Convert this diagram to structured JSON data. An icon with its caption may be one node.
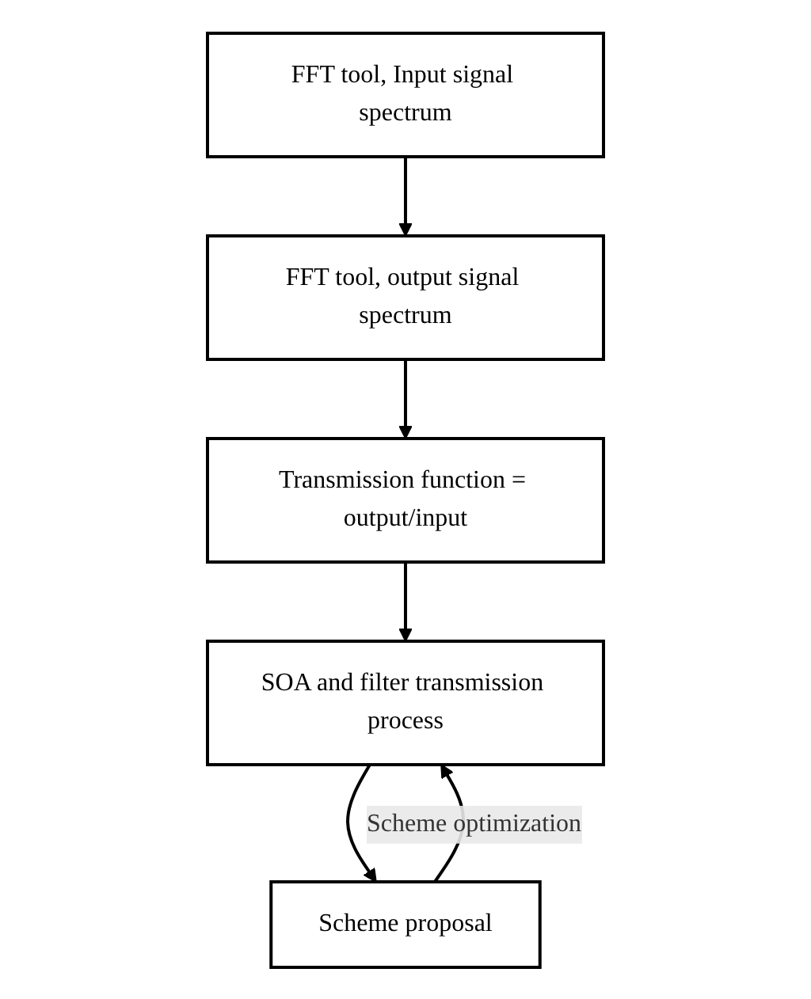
{
  "diagram": {
    "nodes": [
      {
        "text": [
          "FFT tool, Input signal spectrum"
        ]
      },
      {
        "text": [
          "FFT tool, output signal spectrum"
        ]
      },
      {
        "text": [
          "Transmission function = output/input"
        ]
      },
      {
        "text": [
          "SOA and filter transmission process"
        ]
      },
      {
        "text": [
          "Scheme proposal"
        ]
      }
    ],
    "edges": [
      {
        "from": 0,
        "to": 1,
        "arrow": "to"
      },
      {
        "from": 1,
        "to": 2,
        "arrow": "to"
      },
      {
        "from": 2,
        "to": 3,
        "arrow": "to"
      },
      {
        "from": 3,
        "to": 4,
        "arrow": "to"
      },
      {
        "from": 4,
        "to": 3,
        "arrow": "to",
        "label": "Scheme optimization"
      }
    ]
  }
}
